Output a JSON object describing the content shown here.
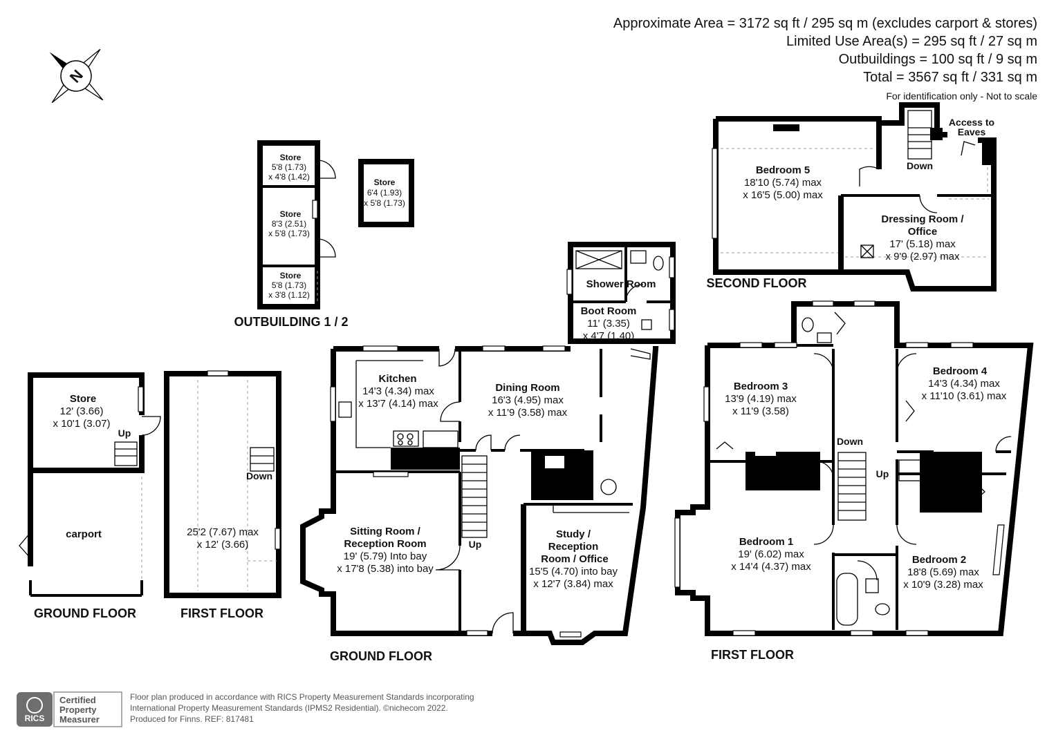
{
  "header": {
    "approx_area": "Approximate Area = 3172 sq ft / 295 sq m (excludes carport & stores)",
    "limited_use": "Limited Use Area(s) = 295 sq ft / 27 sq m",
    "outbuildings": "Outbuildings = 100 sq ft / 9 sq m",
    "total": "Total = 3567 sq ft / 331 sq m",
    "note": "For identification only - Not to scale"
  },
  "compass": {
    "letter": "N"
  },
  "floors": {
    "outbuilding": "OUTBUILDING 1 / 2",
    "garage_ground": "GROUND FLOOR",
    "garage_first": "FIRST FLOOR",
    "main_ground": "GROUND FLOOR",
    "main_first": "FIRST FLOOR",
    "second": "SECOND FLOOR"
  },
  "rooms": {
    "store1": {
      "name": "Store",
      "d1": "5'8 (1.73)",
      "d2": "x 4'8 (1.42)"
    },
    "store2": {
      "name": "Store",
      "d1": "8'3 (2.51)",
      "d2": "x 5'8 (1.73)"
    },
    "store3": {
      "name": "Store",
      "d1": "5'8 (1.73)",
      "d2": "x 3'8 (1.12)"
    },
    "store4": {
      "name": "Store",
      "d1": "6'4 (1.93)",
      "d2": "x 5'8 (1.73)"
    },
    "garage_store": {
      "name": "Store",
      "d1": "12' (3.66)",
      "d2": "x 10'1 (3.07)"
    },
    "carport": {
      "name": "carport"
    },
    "garage_first": {
      "d1": "25'2 (7.67) max",
      "d2": "x 12' (3.66)"
    },
    "kitchen": {
      "name": "Kitchen",
      "d1": "14'3 (4.34) max",
      "d2": "x 13'7 (4.14) max"
    },
    "dining": {
      "name": "Dining Room",
      "d1": "16'3 (4.95) max",
      "d2": "x 11'9 (3.58) max"
    },
    "shower": {
      "name": "Shower Room"
    },
    "boot": {
      "name": "Boot Room",
      "d1": "11' (3.35)",
      "d2": "x 4'7 (1.40)"
    },
    "sitting": {
      "name1": "Sitting Room /",
      "name2": "Reception Room",
      "d1": "19' (5.79) Into bay",
      "d2": "x 17'8 (5.38) into bay"
    },
    "study": {
      "name1": "Study /",
      "name2": "Reception",
      "name3": "Room / Office",
      "d1": "15'5 (4.70) into bay",
      "d2": "x 12'7 (3.84) max"
    },
    "bed5": {
      "name": "Bedroom 5",
      "d1": "18'10 (5.74) max",
      "d2": "x 16'5 (5.00) max"
    },
    "dressing": {
      "name1": "Dressing Room /",
      "name2": "Office",
      "d1": "17' (5.18) max",
      "d2": "x 9'9 (2.97) max"
    },
    "bed3": {
      "name": "Bedroom 3",
      "d1": "13'9 (4.19) max",
      "d2": "x 11'9 (3.58)"
    },
    "bed4": {
      "name": "Bedroom 4",
      "d1": "14'3 (4.34) max",
      "d2": "x 11'10 (3.61) max"
    },
    "bed1": {
      "name": "Bedroom 1",
      "d1": "19' (6.02) max",
      "d2": "x 14'4 (4.37) max"
    },
    "bed2": {
      "name": "Bedroom 2",
      "d1": "18'8 (5.69) max",
      "d2": "x 10'9 (3.28) max"
    }
  },
  "labels": {
    "up": "Up",
    "down": "Down",
    "access1": "Access to",
    "access2": "Eaves"
  },
  "footer": {
    "rics": "RICS",
    "cert1": "Certified",
    "cert2": "Property",
    "cert3": "Measurer",
    "line1": "Floor plan produced in accordance with RICS Property Measurement Standards incorporating",
    "line2": "International Property Measurement Standards (IPMS2 Residential).  ©nichecom 2022.",
    "line3": "Produced for Finns.   REF:  817481"
  }
}
